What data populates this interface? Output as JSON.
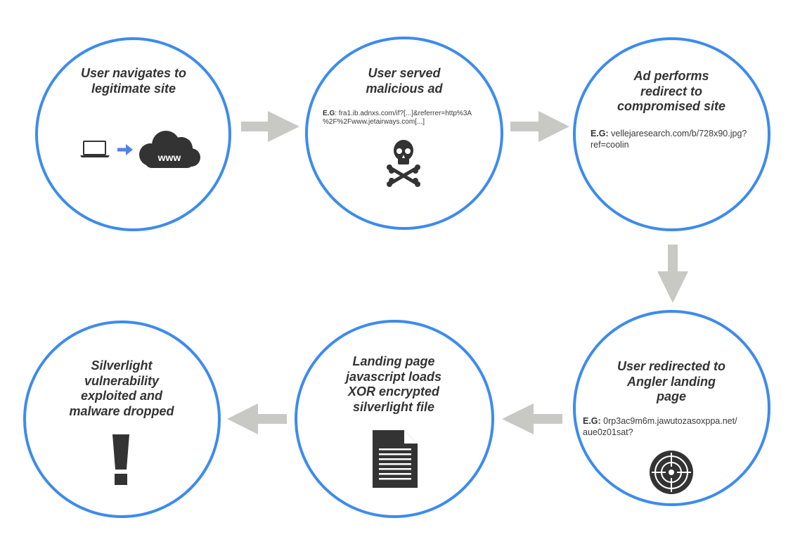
{
  "colors": {
    "circle_border": "#3d8bed",
    "arrow": "#c8c8c4",
    "icon": "#333333",
    "small_arrow": "#4f82ee",
    "title_text": "#333333"
  },
  "steps": [
    {
      "title": "User navigates to\nlegitimate site",
      "cloud_text": "www",
      "icons": [
        "laptop-icon",
        "right-arrow-icon",
        "cloud-icon"
      ]
    },
    {
      "title": "User served\nmalicious ad",
      "example_label": "E.G",
      "example_text": ": fra1.ib.adnxs.com/if?[...]&referrer=http%3A\n%2F%2Fwww.jetairways.com[...]",
      "icons": [
        "skull-crossbones-icon"
      ]
    },
    {
      "title": "Ad performs\nredirect to\ncompromised site",
      "example_label": "E.G:",
      "example_text": " vellejaresearch.com/b/728x90.jpg?\nref=coolin"
    },
    {
      "title": "User redirected to\nAngler landing\npage",
      "example_label": "E.G:",
      "example_text": " 0rp3ac9m6m.jawutozasoxppa.net/\naue0z01sat?",
      "icons": [
        "target-icon"
      ]
    },
    {
      "title": "Landing page\njavascript loads\nXOR encrypted\nsilverlight file",
      "icons": [
        "document-icon"
      ]
    },
    {
      "title": "Silverlight\nvulnerability\nexploited and\nmalware dropped",
      "icons": [
        "exclamation-icon"
      ]
    }
  ]
}
